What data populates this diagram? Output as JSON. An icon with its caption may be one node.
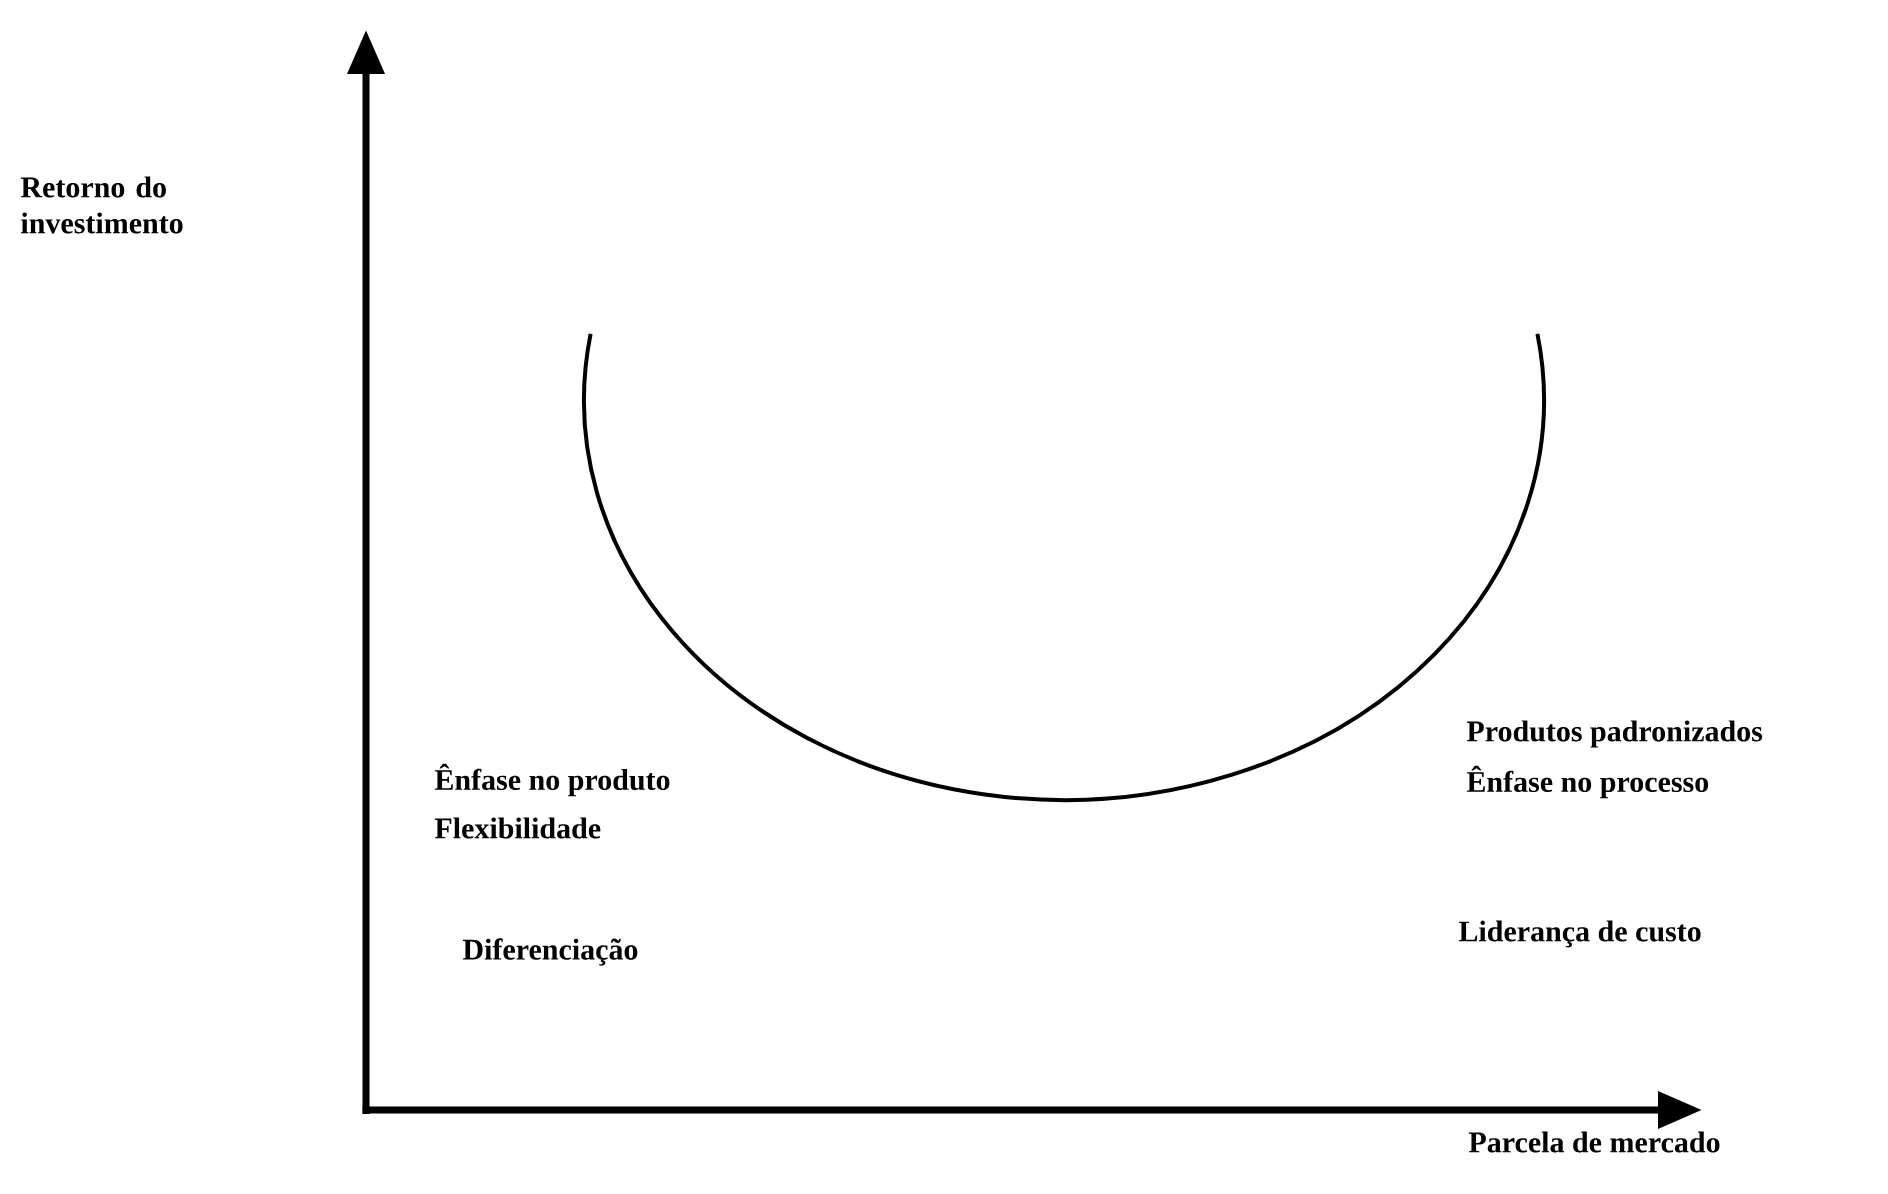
{
  "diagram": {
    "labels": [
      "Retorno do investimento",
      "Produtos padronizados",
      "Ênfase no produto",
      "Ênfase no processo",
      "Flexibilidade",
      "Diferenciação",
      "Liderança de custo",
      "Parcela de mercado"
    ]
  }
}
